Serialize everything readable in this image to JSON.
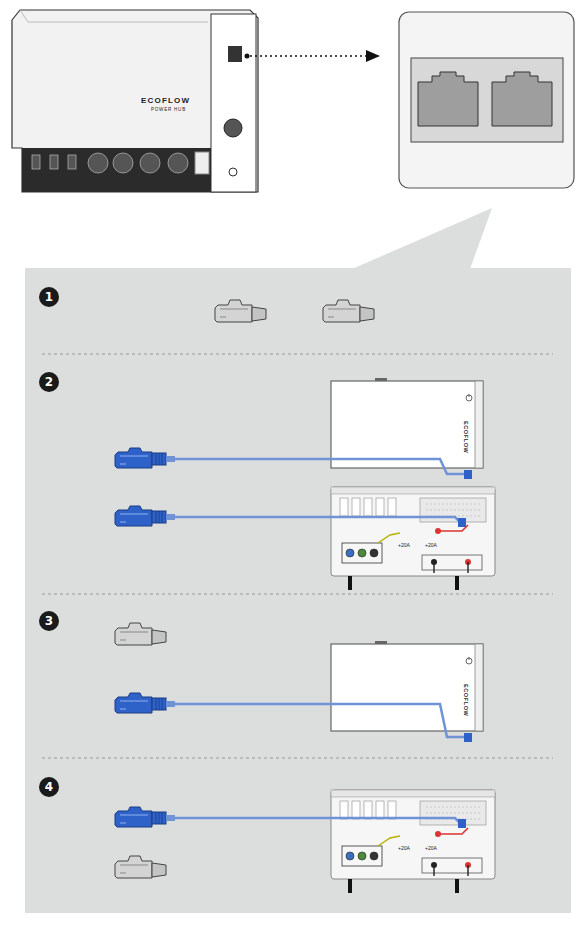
{
  "diagram": {
    "nodes": [
      {
        "text": [
          "1"
        ]
      },
      {
        "text": [
          "2"
        ]
      },
      {
        "text": [
          "3"
        ]
      },
      {
        "text": [
          "4"
        ]
      }
    ],
    "labels": [
      "ECOFLOW",
      "POWER HUB",
      "ECOFLOW",
      "+20A",
      "+20A",
      "ECOFLOW",
      "+20A",
      "+20A"
    ]
  }
}
